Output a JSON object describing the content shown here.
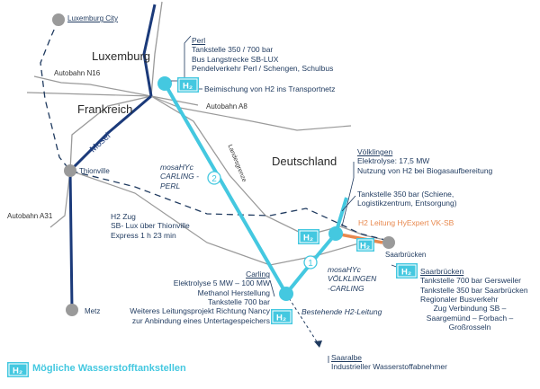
{
  "countries": {
    "luxembourg": "Luxemburg",
    "france": "Frankreich",
    "germany": "Deutschland"
  },
  "roads": {
    "n16": "Autobahn N16",
    "a8": "Autobahn A8",
    "a31": "Autobahn A31",
    "landesgrenze": "Landesgrenze"
  },
  "cities": {
    "luxembourg": "Luxemburg City",
    "thionville": "Thionville",
    "metz": "Metz",
    "saarbruecken": "Saarbrücken"
  },
  "river": "Mosel",
  "perl": {
    "title": "Perl",
    "lines": [
      "Tankstelle 350 / 700 bar",
      "Bus Langstrecke SB-LUX",
      "Pendelverkehr Perl / Schengen, Schulbus"
    ],
    "blend": "Beimischung von H2 ins Transportnetz"
  },
  "voelklingen": {
    "title": "Völklingen",
    "lines": [
      "Elektrolyse: 17,5 MW",
      "Nutzung von H2 bei Biogasaufbereitung"
    ],
    "station": [
      "Tankstelle 350 bar (Schiene,",
      "Logistikzentrum, Entsorgung)"
    ]
  },
  "hyexpert": "H2 Leitung HyExpert VK-SB",
  "carling": {
    "title": "Carling",
    "lines": [
      "Elektrolyse 5 MW – 100 MW",
      "Methanol Herstellung",
      "Tankstelle 700 bar",
      "Weiteres Leitungsprojekt Richtung Nancy",
      "zur Anbindung eines Untertagespeichers"
    ]
  },
  "saarbruecken": {
    "title": "Saarbrücken",
    "lines": [
      "Tankstelle 700 bar Gersweiler",
      "Tankstelle 350 bar Saarbrücken",
      "Regionaler Busverkehr",
      "Zug Verbindung SB –",
      "Saargemünd – Forbach –",
      "Großrosseln"
    ]
  },
  "saaralbe": {
    "title": "Saaralbe",
    "line": "Industrieller Wasserstoffabnehmer"
  },
  "train": {
    "lines": [
      "H2 Zug",
      "SB- Lux über Thionville",
      "Express 1 h 23 min"
    ]
  },
  "pipeline_labels": {
    "perl": [
      "mosaHYc",
      "CARLING -",
      "PERL"
    ],
    "voelklingen": [
      "mosaHYc",
      "VÖLKLINGEN",
      "-CARLING"
    ],
    "existing": "Bestehende H2-Leitung"
  },
  "markers": {
    "one": "1",
    "two": "2"
  },
  "h2_icon_text": "H₂",
  "legend": "Mögliche Wasserstofftankstellen",
  "colors": {
    "pipeline": "#44c8e0",
    "pipeline_hyexpert": "#e8894f",
    "mosel": "#1b3a7a",
    "roads": "#9a9a9a",
    "text": "#1f3a5f",
    "city_dot": "#9a9a9a"
  }
}
